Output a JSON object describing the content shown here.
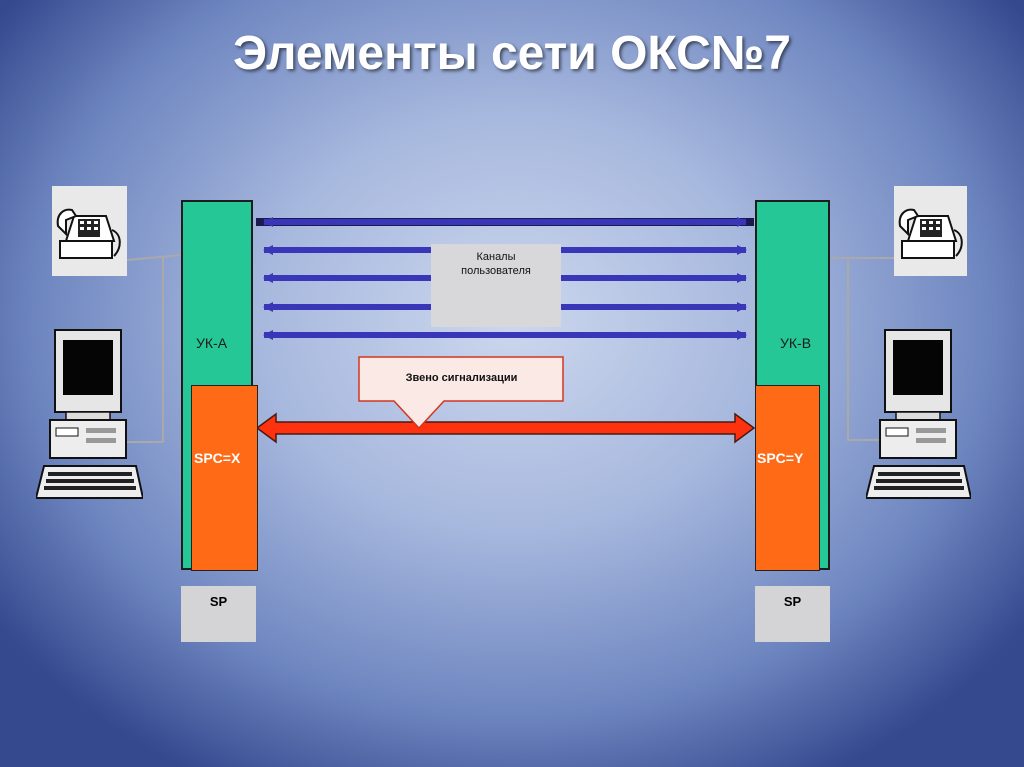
{
  "title": "Элементы сети ОКС№7",
  "nodes": {
    "left": {
      "uk_label": "УК-А",
      "spc_label": "SPC=X",
      "sp_label": "SP"
    },
    "right": {
      "uk_label": "УК-В",
      "spc_label": "SPC=Y",
      "sp_label": "SP"
    }
  },
  "callouts": {
    "user_channels": [
      "Каналы",
      "пользователя"
    ],
    "signaling_link": "Звено сигнализации"
  },
  "colors": {
    "green_node": "#25c796",
    "orange_spc": "#ff6a17",
    "blue_arrow": "#3a36b8",
    "red_arrow": "#ff3210"
  },
  "icons": [
    "telephone-icon",
    "computer-icon"
  ]
}
